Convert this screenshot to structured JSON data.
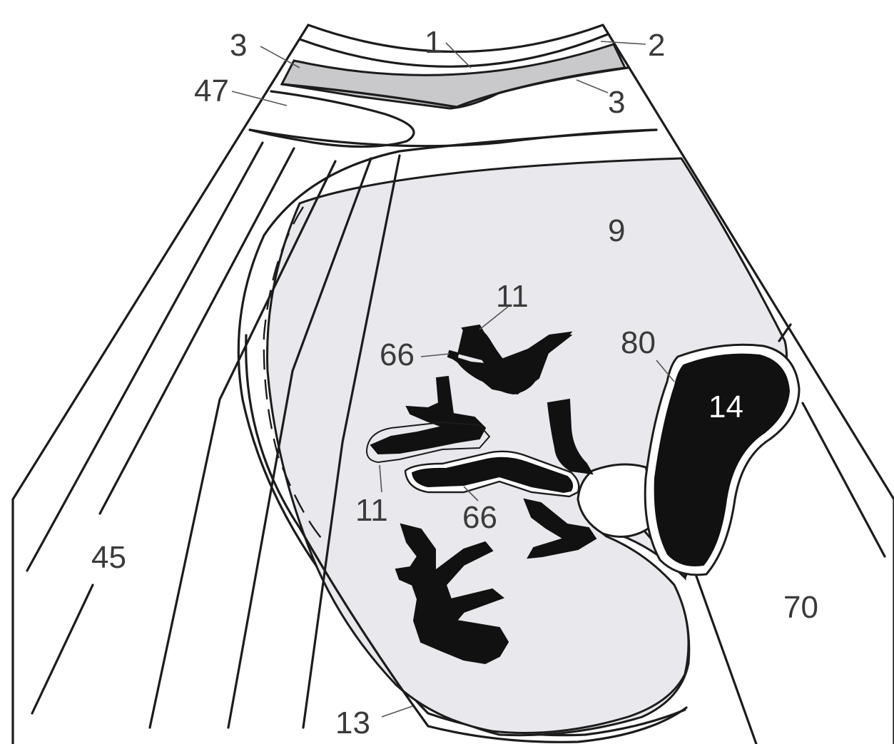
{
  "labels": {
    "l1": "1",
    "l2": "2",
    "l3a": "3",
    "l3b": "3",
    "l47": "47",
    "l9": "9",
    "l11a": "11",
    "l11b": "11",
    "l66a": "66",
    "l66b": "66",
    "l80": "80",
    "l14": "14",
    "l45": "45",
    "l70": "70",
    "l13": "13"
  },
  "colors": {
    "organ_fill": "#e9e8ec",
    "muscle_band": "#c9c9cc",
    "vessel": "#111111",
    "line": "#1c1c1c"
  }
}
